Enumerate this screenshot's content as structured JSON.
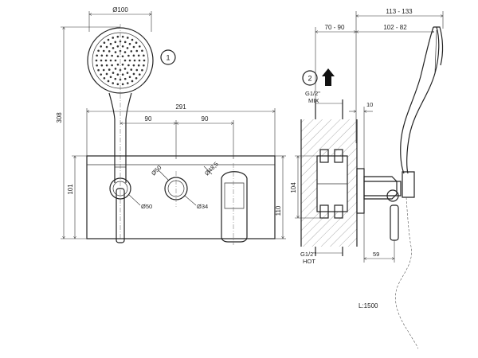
{
  "front_view": {
    "head_diameter": "Ø100",
    "callout_number": "1",
    "total_width": "291",
    "spacing_left": "90",
    "spacing_right": "90",
    "plate_height": "101",
    "total_height": "308",
    "outlet_diameter": "Ø50",
    "knob_diameter": "Ø50",
    "diverter_diameter": "Ø48,5",
    "handle_diameter": "Ø34",
    "body_height": "110"
  },
  "side_view": {
    "callout_number": "2",
    "total_depth": "113 - 133",
    "depth_wall": "70 - 90",
    "depth_projection": "102 - 82",
    "inlet_mix": "G1/2\"",
    "inlet_mix_label": "MIX",
    "inlet_hot": "G1/2\"",
    "inlet_hot_label": "HOT",
    "gap": "10",
    "body_height": "104",
    "handle_offset": "59",
    "hose_length": "L:1500"
  }
}
